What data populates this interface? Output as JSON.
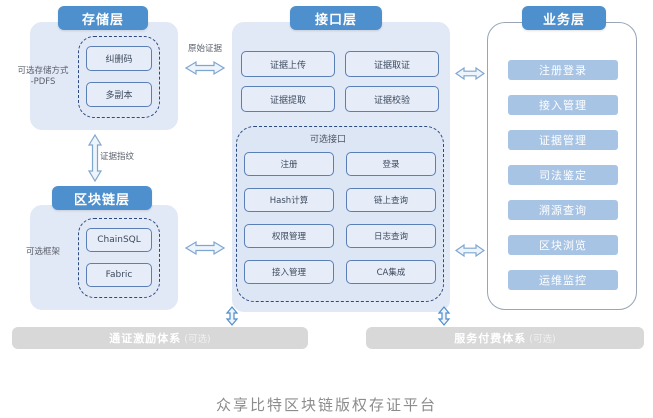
{
  "caption": "众享比特区块链版权存证平台",
  "colors": {
    "pill": "#4d90cd",
    "panel": "#e2e9f6",
    "card": "#e7edf8",
    "card_border": "#5a7fb5",
    "dashed": "#2b4a82",
    "biz_bar": "#a8c4e4",
    "grey_bar": "#d8d8d8",
    "caption_text": "#8c8c8c",
    "arrow": "#7fa6cf"
  },
  "storage_layer": {
    "title": "存储层",
    "side_label": "可选存储方式\n-PDFS",
    "items": [
      {
        "label": "纠删码"
      },
      {
        "label": "多副本"
      }
    ]
  },
  "blockchain_layer": {
    "title": "区块链层",
    "side_label": "可选框架",
    "items": [
      {
        "label": "ChainSQL"
      },
      {
        "label": "Fabric"
      }
    ]
  },
  "interface_layer": {
    "title": "接口层",
    "core_items": [
      {
        "label": "证据上传"
      },
      {
        "label": "证据取证"
      },
      {
        "label": "证据提取"
      },
      {
        "label": "证据校验"
      }
    ],
    "optional_group_title": "可选接口",
    "optional_items": [
      {
        "label": "注册"
      },
      {
        "label": "登录"
      },
      {
        "label": "Hash计算"
      },
      {
        "label": "链上查询"
      },
      {
        "label": "权限管理"
      },
      {
        "label": "日志查询"
      },
      {
        "label": "接入管理"
      },
      {
        "label": "CA集成"
      }
    ]
  },
  "business_layer": {
    "title": "业务层",
    "items": [
      {
        "label": "注册登录"
      },
      {
        "label": "接入管理"
      },
      {
        "label": "证据管理"
      },
      {
        "label": "司法鉴定"
      },
      {
        "label": "溯源查询"
      },
      {
        "label": "区块浏览"
      },
      {
        "label": "运维监控"
      }
    ]
  },
  "connectors": {
    "storage_to_interface": "原始证据",
    "storage_to_blockchain": "证据指纹"
  },
  "bottom_bars": [
    {
      "main": "通证激励体系",
      "optional": "(可选)"
    },
    {
      "main": "服务付费体系",
      "optional": "(可选)"
    }
  ]
}
